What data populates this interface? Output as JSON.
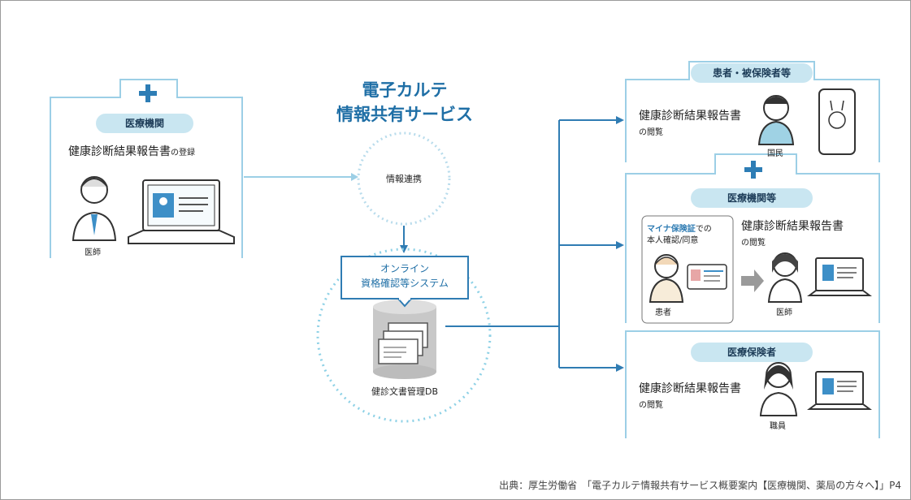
{
  "center": {
    "title_line1": "電子カルテ",
    "title_line2": "情報共有サービス",
    "circle_label": "情報連携",
    "system_line1": "オンライン",
    "system_line2": "資格確認等システム",
    "db_label": "健診文書管理DB"
  },
  "left": {
    "tag": "医療機関",
    "text_main": "健康診断結果報告書",
    "text_suffix": "の登録",
    "person": "医師"
  },
  "right_top": {
    "tag": "患者・被保険者等",
    "text_main": "健康診断結果報告書",
    "text_sub": "の閲覧",
    "person": "国民"
  },
  "right_mid": {
    "tag": "医療機関等",
    "card_line1_highlight": "マイナ保険証",
    "card_line1_rest": "での",
    "card_line2": "本人確認/同意",
    "patient": "患者",
    "text_main": "健康診断結果報告書",
    "text_sub": "の閲覧",
    "person": "医師"
  },
  "right_bottom": {
    "tag": "医療保険者",
    "text_main": "健康診断結果報告書",
    "text_sub": "の閲覧",
    "person": "職員"
  },
  "source": "出典：厚生労働省　「電子カルテ情報共有サービス概要案内【医療機関、薬局の方々へ】」P4",
  "colors": {
    "accent": "#1f6fa6",
    "line": "#2f7cb3",
    "tag_bg": "#c9e6f1",
    "house": "#9ccfe6"
  }
}
